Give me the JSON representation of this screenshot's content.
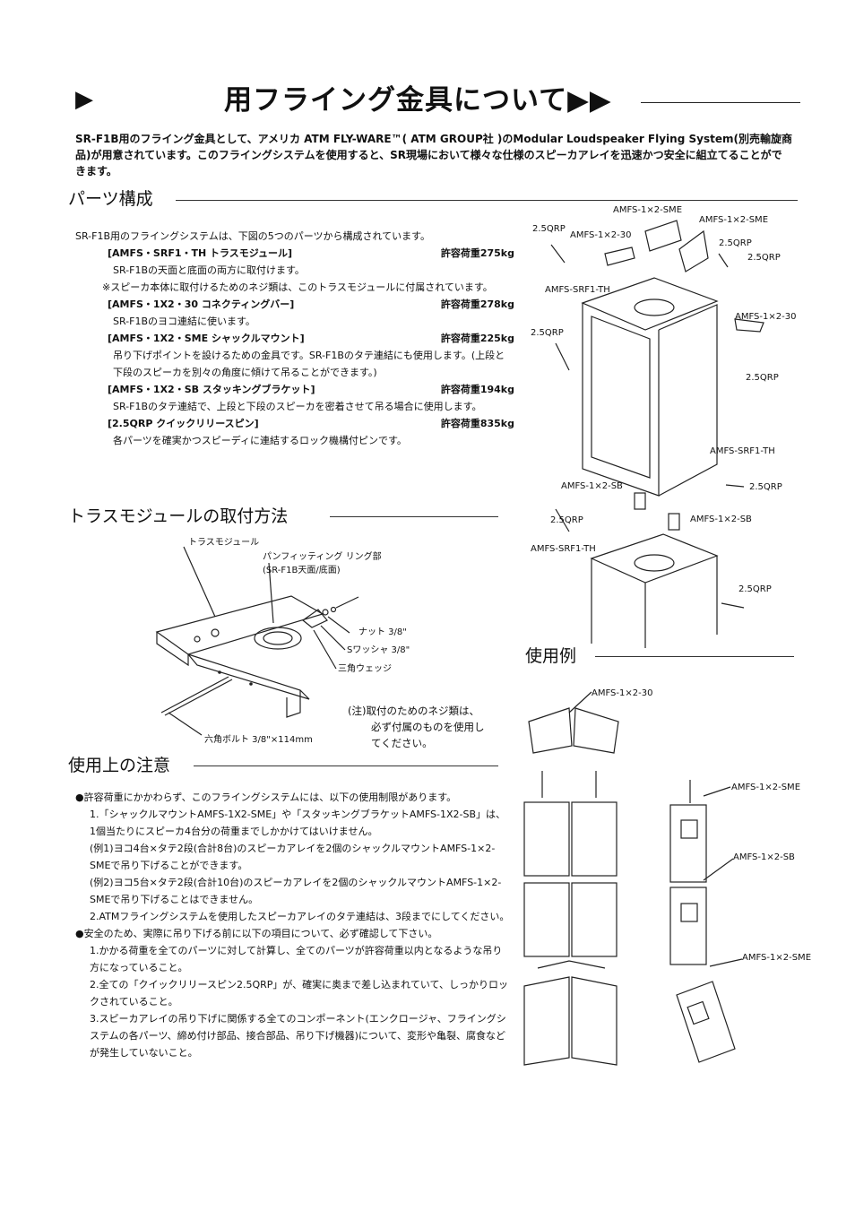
{
  "header": {
    "arrow": "▶",
    "title": "用フライング金具について▶▶"
  },
  "intro": "SR-F1B用のフライング金具として、アメリカ ATM FLY-WARE™( ATM GROUP社 )のModular Loudspeaker Flying System(別売輸旋商品)が用意されています。このフライングシステムを使用すると、SR現場において様々な仕様のスピーカアレイを迅速かつ安全に組立てることができます。",
  "parts": {
    "heading": "パーツ構成",
    "lead": "SR-F1B用のフライングシステムは、下図の5つのパーツから構成されています。",
    "items": [
      {
        "name": "[AMFS・SRF1・TH トラスモジュール]",
        "load": "許容荷重275kg",
        "desc": "SR-F1Bの天面と底面の両方に取付けます。"
      },
      {
        "name": "[AMFS・1X2・30 コネクティングバー]",
        "load": "許容荷重278kg",
        "desc": "SR-F1Bのヨコ連結に使います。"
      },
      {
        "name": "[AMFS・1X2・SME シャックルマウント]",
        "load": "許容荷重225kg",
        "desc": "吊り下げポイントを設けるための金具です。SR-F1Bのタテ連結にも使用します。(上段と下段のスピーカを別々の角度に傾けて吊ることができます。)"
      },
      {
        "name": "[AMFS・1X2・SB スタッキングブラケット]",
        "load": "許容荷重194kg",
        "desc": "SR-F1Bのタテ連結で、上段と下段のスピーカを密着させて吊る場合に使用します。"
      },
      {
        "name": "[2.5QRP クイックリリースピン]",
        "load": "許容荷重835kg",
        "desc": "各パーツを確実かつスピーディに連結するロック機構付ピンです。"
      }
    ],
    "remark": "※スピーカ本体に取付けるためのネジ類は、このトラスモジュールに付属されています。"
  },
  "truss": {
    "heading": "トラスモジュールの取付方法",
    "labels": {
      "module": "トラスモジュール",
      "ring": "パンフィッティング リング部",
      "ring_sub": "(SR-F1B天面/底面)",
      "nut": "ナット 3/8\"",
      "washer": "Sワッシャ 3/8\"",
      "wedge": "三角ウェッジ",
      "bolt": "六角ボルト 3/8\"×114mm"
    },
    "note": [
      "(注)取付のためのネジ類は、",
      "必ず付属のものを使用し",
      "てください。"
    ]
  },
  "caution": {
    "heading": "使用上の注意",
    "lines": [
      "●許容荷重にかかわらず、このフライングシステムには、以下の使用制限があります。",
      "1.「シャックルマウントAMFS-1X2-SME」や「スタッキングブラケットAMFS-1X2-SB」は、1個当たりにスピーカ4台分の荷重までしかかけてはいけません。",
      "(例1)ヨコ4台×タテ2段(合計8台)のスピーカアレイを2個のシャックルマウントAMFS-1×2-SMEで吊り下げることができます。",
      "(例2)ヨコ5台×タテ2段(合計10台)のスピーカアレイを2個のシャックルマウントAMFS-1×2-SMEで吊り下げることはできません。",
      "2.ATMフライングシステムを使用したスピーカアレイのタテ連結は、3段までにしてください。",
      "●安全のため、実際に吊り下げる前に以下の項目について、必ず確認して下さい。",
      "1.かかる荷重を全てのパーツに対して計算し、全てのパーツが許容荷重以内となるような吊り方になっていること。",
      "2.全ての「クイックリリースピン2.5QRP」が、確実に奥まで差し込まれていて、しっかりロックされていること。",
      "3.スピーカアレイの吊り下げに関係する全てのコンポーネント(エンクロージャ、フライングシステムの各パーツ、締め付け部品、接合部品、吊り下げ機器)について、変形や亀裂、腐食などが発生していないこと。"
    ]
  },
  "exploded": {
    "labels": {
      "sme_top": "AMFS-1×2-SME",
      "sme_right": "AMFS-1×2-SME",
      "bar_top": "AMFS-1×2-30",
      "bar_right": "AMFS-1×2-30",
      "qrp": "2.5QRP",
      "th_top": "AMFS-SRF1-TH",
      "th_right": "AMFS-SRF1-TH",
      "sb_left": "AMFS-1×2-SB",
      "sb_right": "AMFS-1×2-SB",
      "th_bottom": "AMFS-SRF1-TH"
    }
  },
  "usage": {
    "heading": "使用例",
    "labels": {
      "bar": "AMFS-1×2-30",
      "sme1": "AMFS-1×2-SME",
      "sb": "AMFS-1×2-SB",
      "sme2": "AMFS-1×2-SME"
    }
  }
}
